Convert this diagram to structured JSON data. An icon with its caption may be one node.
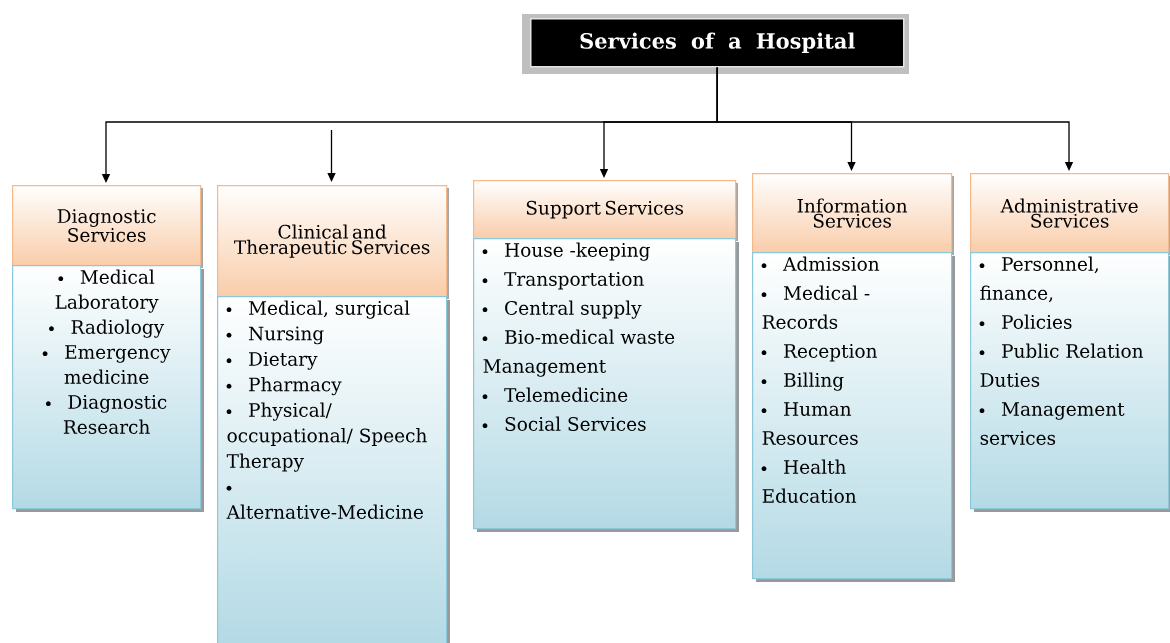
{
  "diagram": {
    "nodes": [
      {
        "text": [
          "Services of a Hospital"
        ]
      },
      {
        "text": [
          "Diagnostic Services"
        ]
      },
      {
        "text": [
          "Clinical and Therapeutic Services"
        ]
      },
      {
        "text": [
          "Support Services"
        ]
      },
      {
        "text": [
          "Information Services"
        ]
      },
      {
        "text": [
          "Administrative Services"
        ]
      },
      {
        "text": [
          "Medical Laboratory",
          "Radiology",
          "Emergency medicine",
          "Diagnostic Research"
        ]
      },
      {
        "text": [
          "Medical, surgical",
          "Nursing",
          "Dietary",
          "Pharmacy",
          "Physical/ occupational/ Speech Therapy",
          "Alternative-Medicine"
        ]
      },
      {
        "text": [
          "House -keeping",
          "Transportation",
          "Central supply",
          "Bio-medical waste Management",
          "Telemedicine",
          "Social Services"
        ]
      },
      {
        "text": [
          "Admission",
          "Medical - Records",
          "Reception",
          "Billing",
          "Human Resources",
          "Health Education"
        ]
      },
      {
        "text": [
          "Personnel, finance,",
          "Policies",
          "Public Relation Duties",
          "Management services"
        ]
      }
    ],
    "edges": [
      {
        "from": 0,
        "to": 1,
        "arrow": "to"
      },
      {
        "from": null,
        "to": 2,
        "arrow": "to"
      },
      {
        "from": 0,
        "to": 3,
        "arrow": "to"
      },
      {
        "from": 0,
        "to": 4,
        "arrow": "to"
      },
      {
        "from": 0,
        "to": 5,
        "arrow": "to"
      }
    ]
  }
}
